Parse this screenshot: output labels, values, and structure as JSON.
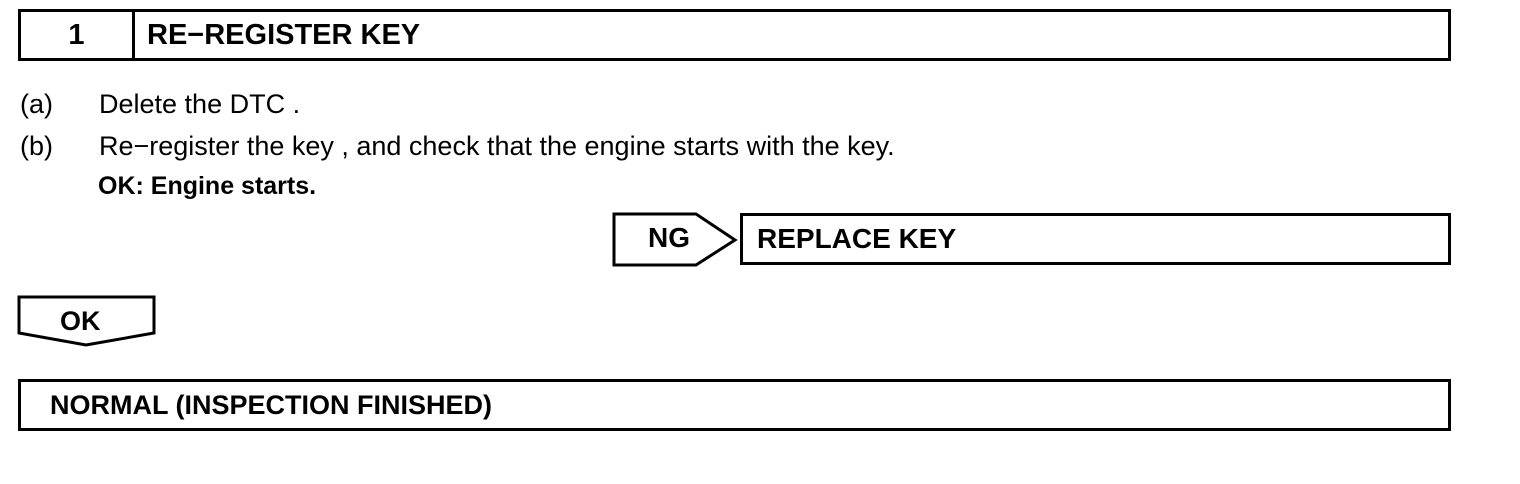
{
  "step": {
    "number": "1",
    "title": "RE−REGISTER KEY"
  },
  "instructions": [
    {
      "label": "(a)",
      "text": "Delete the DTC ."
    },
    {
      "label": "(b)",
      "text": "Re−register the key , and check that the engine starts with the key."
    }
  ],
  "ok_criteria": "OK: Engine starts.",
  "ng_branch": {
    "label": "NG",
    "result": "REPLACE KEY"
  },
  "ok_branch": {
    "label": "OK",
    "result": "NORMAL (INSPECTION FINISHED)"
  }
}
